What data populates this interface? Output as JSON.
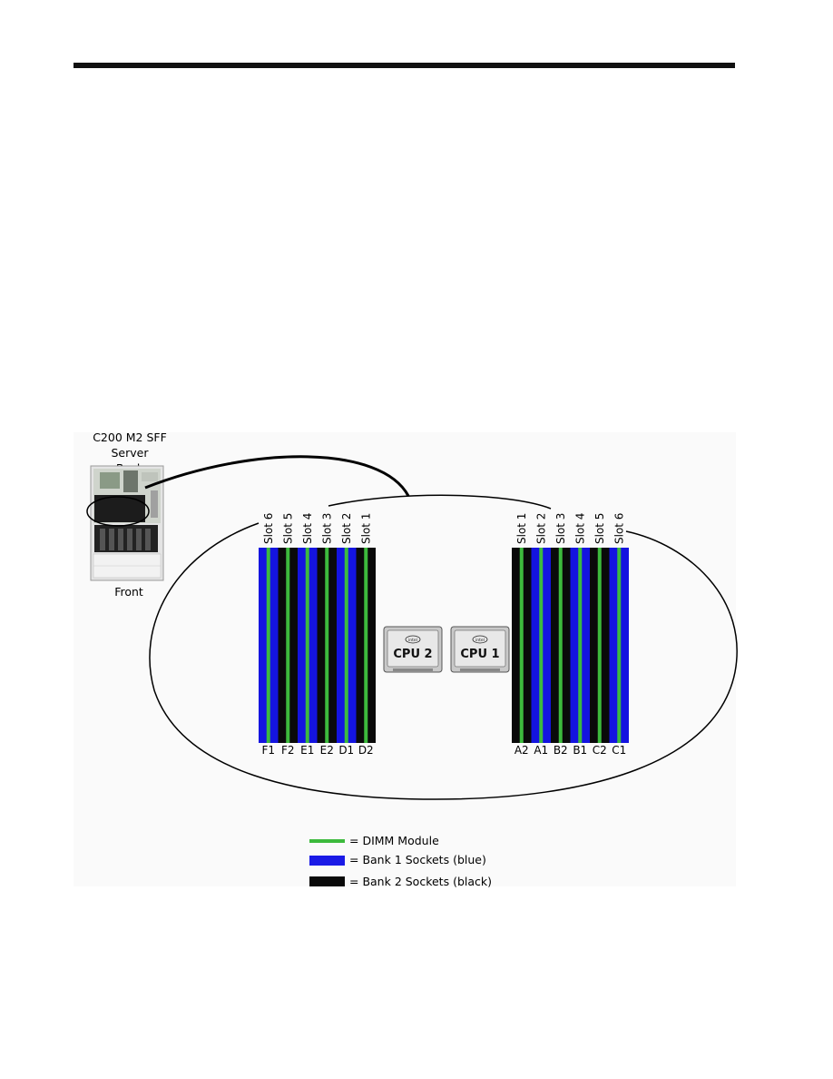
{
  "server": {
    "title_line1": "C200 M2 SFF Server",
    "title_line2": "Back",
    "front_label": "Front"
  },
  "cpus": [
    {
      "id": "cpu2",
      "label": "CPU 2",
      "brand": "intel"
    },
    {
      "id": "cpu1",
      "label": "CPU 1",
      "brand": "intel"
    }
  ],
  "left_bank": {
    "slot_labels": [
      "Slot 6",
      "Slot 5",
      "Slot 4",
      "Slot 3",
      "Slot 2",
      "Slot 1"
    ],
    "dimm_labels": [
      "F1",
      "F2",
      "E1",
      "E2",
      "D1",
      "D2"
    ],
    "socket_colors": [
      "blue",
      "black",
      "blue",
      "black",
      "blue",
      "black"
    ]
  },
  "right_bank": {
    "slot_labels": [
      "Slot 1",
      "Slot 2",
      "Slot 3",
      "Slot 4",
      "Slot 5",
      "Slot 6"
    ],
    "dimm_labels": [
      "A2",
      "A1",
      "B2",
      "B1",
      "C2",
      "C1"
    ],
    "socket_colors": [
      "black",
      "blue",
      "black",
      "blue",
      "black",
      "blue"
    ]
  },
  "legend": [
    {
      "key": "dimm",
      "text": "= DIMM Module",
      "color": "#3dba3d"
    },
    {
      "key": "bank1",
      "text": "= Bank 1 Sockets (blue)",
      "color": "#1a1ae6"
    },
    {
      "key": "bank2",
      "text": "= Bank 2 Sockets (black)",
      "color": "#0a0a0a"
    }
  ],
  "colors": {
    "blue": "#1414e0",
    "black": "#0a0a0a",
    "green": "#3dba3d"
  }
}
